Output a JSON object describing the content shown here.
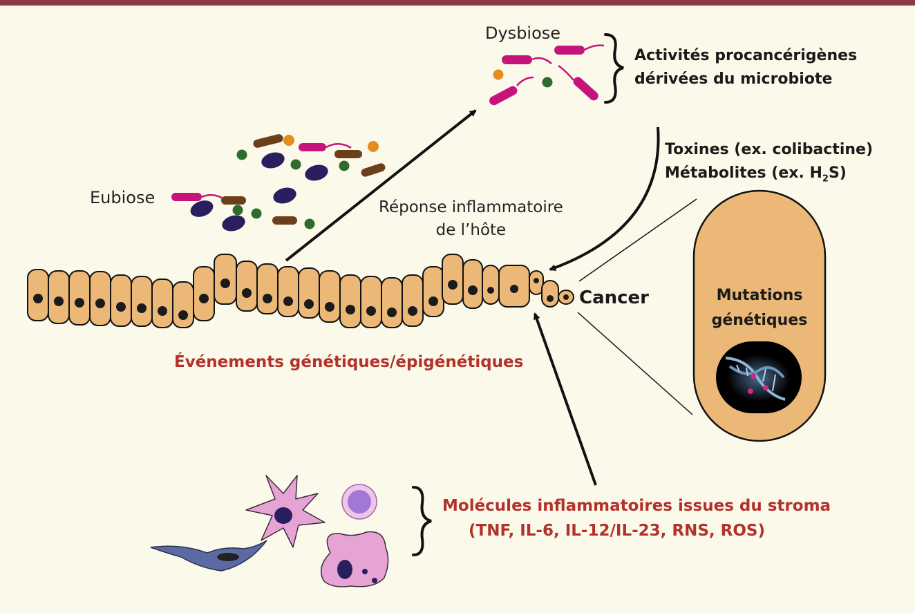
{
  "labels": {
    "dysbiose": "Dysbiose",
    "eubiose": "Eubiose",
    "procancer_line1": "Activités procancérigènes",
    "procancer_line2": "dérivées du microbiote",
    "toxines": "Toxines (ex. colibactine)",
    "metabolites_prefix": "Métabolites (ex. H",
    "metabolites_sub": "2",
    "metabolites_suffix": "S)",
    "reponse_line1": "Réponse inflammatoire",
    "reponse_line2": "de l’hôte",
    "cancer": "Cancer",
    "mutations_line1": "Mutations",
    "mutations_line2": "génétiques",
    "evenements": "Événements génétiques/épigénétiques",
    "molecules_line1": "Molécules inflammatoires issues du stroma",
    "molecules_line2": "(TNF, IL-6, IL-12/IL-23, RNS, ROS)"
  },
  "colors": {
    "header_bar": "#8b3a44",
    "background": "#fbf9ea",
    "cell_fill": "#ebb877",
    "nucleus": "#1b1b1b",
    "magenta_bacteria": "#c5147a",
    "brown_bacteria": "#6b3f1a",
    "navy_bacteria": "#2a1f5e",
    "green_bacteria": "#2e6b2c",
    "orange_bacteria": "#e28d1e",
    "red_text": "#b1322b",
    "stroma_pink": "#e6a4d4",
    "fibroblast": "#5c6aa3"
  }
}
